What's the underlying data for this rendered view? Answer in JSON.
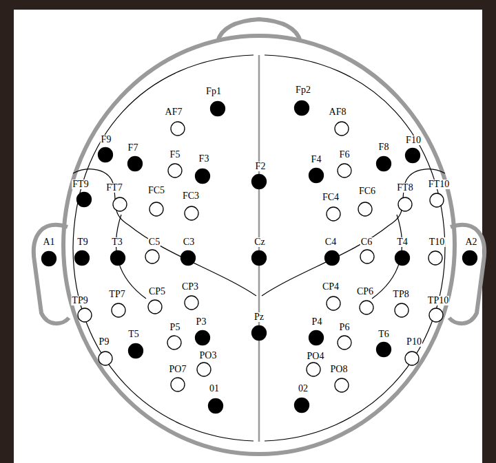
{
  "diagram": {
    "labels": [
      "Fp1",
      "Fp2",
      "AF7",
      "AF8",
      "F9",
      "F7",
      "F5",
      "F3",
      "F2",
      "F4",
      "F6",
      "F8",
      "F10",
      "FT9",
      "FT7",
      "FC5",
      "FC3",
      "FC4",
      "FC6",
      "FT8",
      "FT10",
      "A1",
      "T9",
      "T3",
      "C5",
      "C3",
      "Cz",
      "C4",
      "C6",
      "T4",
      "T10",
      "A2",
      "TP9",
      "TP7",
      "CP5",
      "CP3",
      "CP4",
      "CP6",
      "TP8",
      "TP10",
      "P9",
      "T5",
      "P5",
      "P3",
      "Pz",
      "P4",
      "P6",
      "T6",
      "P10",
      "PO7",
      "PO3",
      "PO4",
      "PO8",
      "01",
      "02"
    ]
  }
}
